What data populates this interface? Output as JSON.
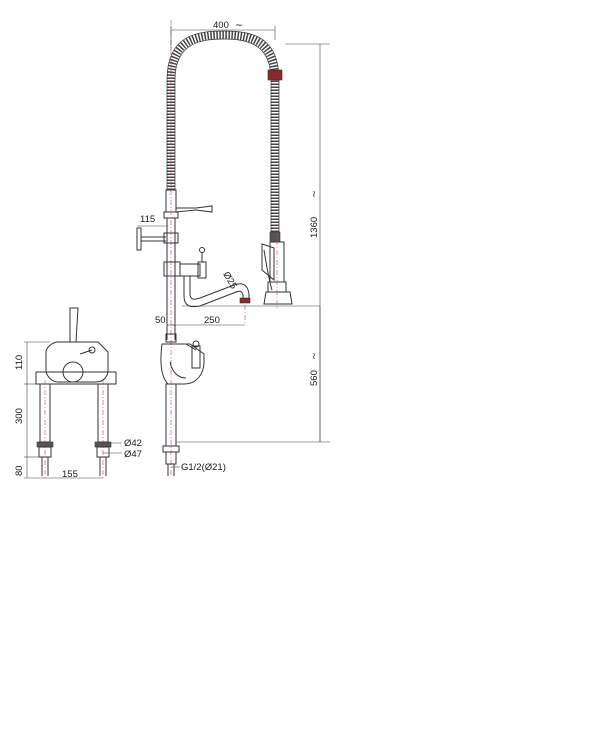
{
  "dimensions": {
    "hose_span": "400",
    "total_height": "1360",
    "arm_height": "115",
    "spout_diameter": "Ø25",
    "spout_offset": "50",
    "spout_reach": "250",
    "spout_height": "560",
    "head_height": "110",
    "leg_height": "300",
    "nut_height": "80",
    "leg_spacing": "155",
    "pipe_inner": "Ø42",
    "pipe_outer": "Ø47",
    "connection": "G1/2(Ø21)"
  }
}
